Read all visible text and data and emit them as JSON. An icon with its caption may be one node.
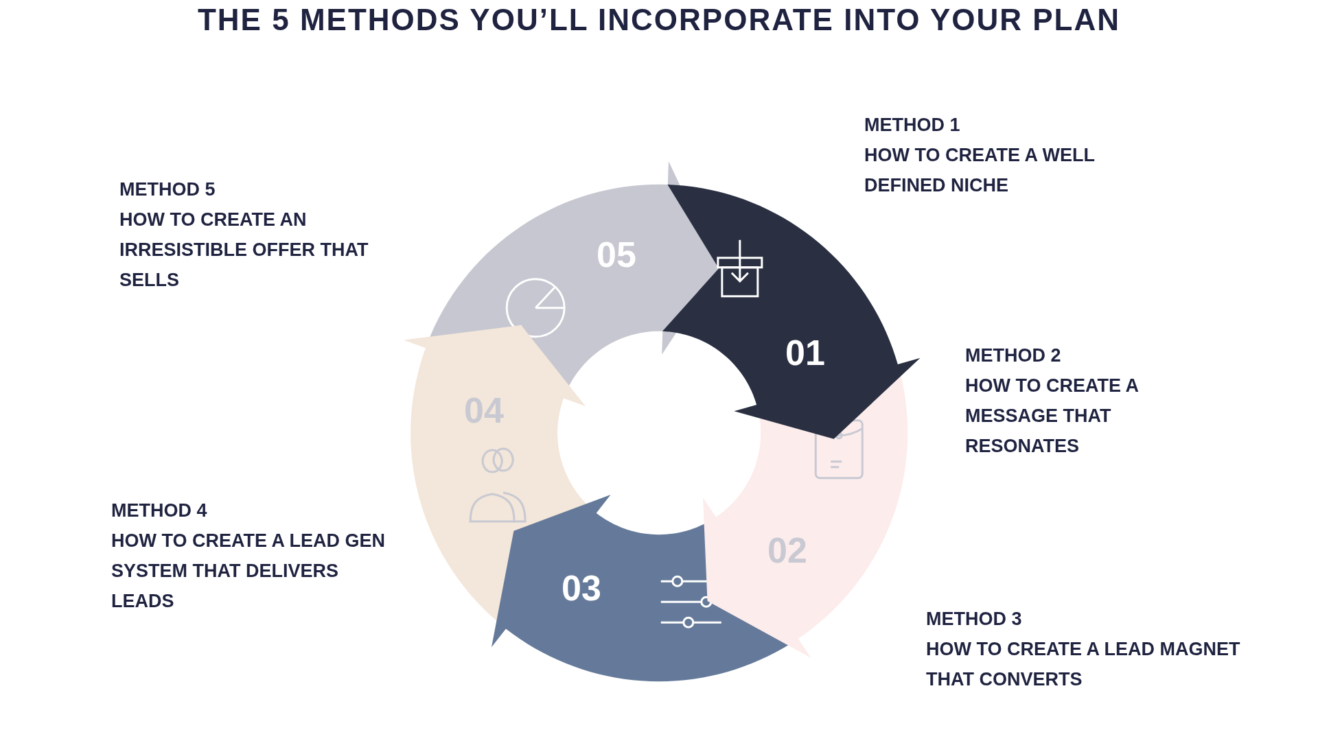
{
  "diagram": {
    "title": "THE 5 METHODS YOU’LL INCORPORATE INTO YOUR PLAN",
    "nodes": [
      {
        "text": [
          "01"
        ],
        "beside": [
          "METHOD 1",
          "HOW TO CREATE A WELL DEFINED NICHE"
        ]
      },
      {
        "text": [
          "02"
        ],
        "beside": [
          "METHOD 2",
          "HOW TO CREATE A MESSAGE THAT RESONATES"
        ]
      },
      {
        "text": [
          "03"
        ],
        "beside": [
          "METHOD 3",
          "HOW TO CREATE A LEAD MAGNET THAT CONVERTS"
        ]
      },
      {
        "text": [
          "04"
        ],
        "beside": [
          "METHOD 4",
          "HOW TO CREATE A LEAD GEN SYSTEM THAT DELIVERS LEADS"
        ]
      },
      {
        "text": [
          "05"
        ],
        "beside": [
          "METHOD 5",
          "HOW TO CREATE AN IRRESISTIBLE OFFER THAT SELLS"
        ]
      }
    ]
  }
}
